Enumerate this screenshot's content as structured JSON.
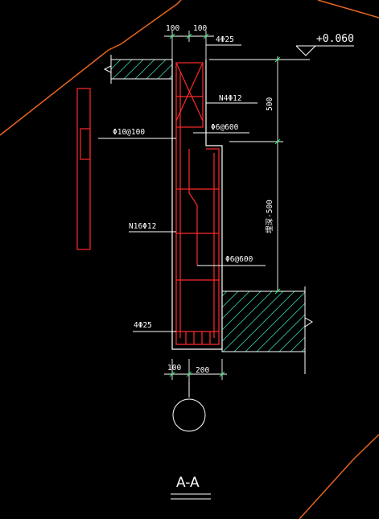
{
  "drawing": {
    "dim_top_left": "100",
    "dim_top_right": "100",
    "top_rebar": "4Φ25",
    "elevation": "+0.060",
    "n4_rebar": "N4Φ12",
    "stirrup_left": "Φ10@100",
    "tie_top": "Φ6@600",
    "dim_500": "500",
    "dim_side_500": "埋深-500",
    "n16_rebar": "N16Φ12",
    "tie_bottom": "Φ6@600",
    "bottom_rebar": "4Φ25",
    "dim_bottom_left": "100",
    "dim_bottom_right": "200",
    "section_title": "A-A"
  },
  "colors": {
    "background": "#000000",
    "lines": "#ffffff",
    "rebar": "#ff2a2a",
    "boundary": "#e8641e",
    "hatch": "#2fc9a8",
    "dim_ticks": "#00ff66"
  }
}
